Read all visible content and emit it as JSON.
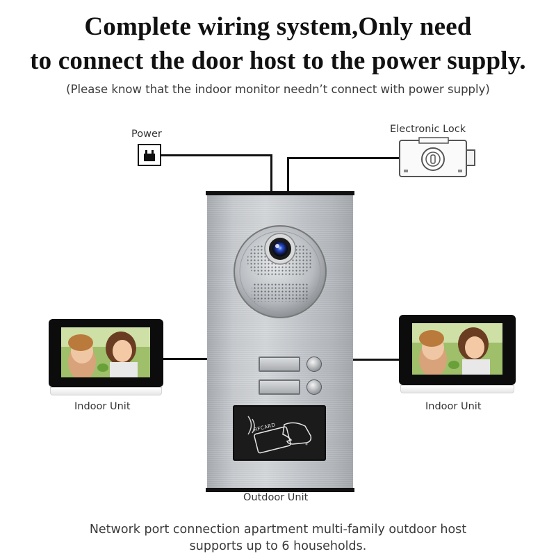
{
  "header": {
    "title_line1": "Complete wiring system,Only need",
    "title_line2": "to connect the door host to the power supply.",
    "subtitle": "(Please know that the indoor monitor needn’t connect with power supply)"
  },
  "labels": {
    "power": "Power",
    "electronic_lock": "Electronic Lock",
    "indoor_unit_left": "Indoor Unit",
    "indoor_unit_right": "Indoor Unit",
    "outdoor_unit": "Outdoor Unit",
    "rfid_card_text": "RFCARD"
  },
  "footer": {
    "line1": "Network port connection apartment multi-family outdoor host",
    "line2": "supports up to 6 households."
  },
  "icons": {
    "power": "power-adapter-icon",
    "lock": "electronic-lock-icon",
    "camera": "camera-lens-icon",
    "card": "rfid-card-icon"
  },
  "colors": {
    "wire": "#111111",
    "panel": "#c8cbce",
    "monitor_bezel": "#0c0c0c",
    "rfid_pad": "#1b1b1b"
  }
}
